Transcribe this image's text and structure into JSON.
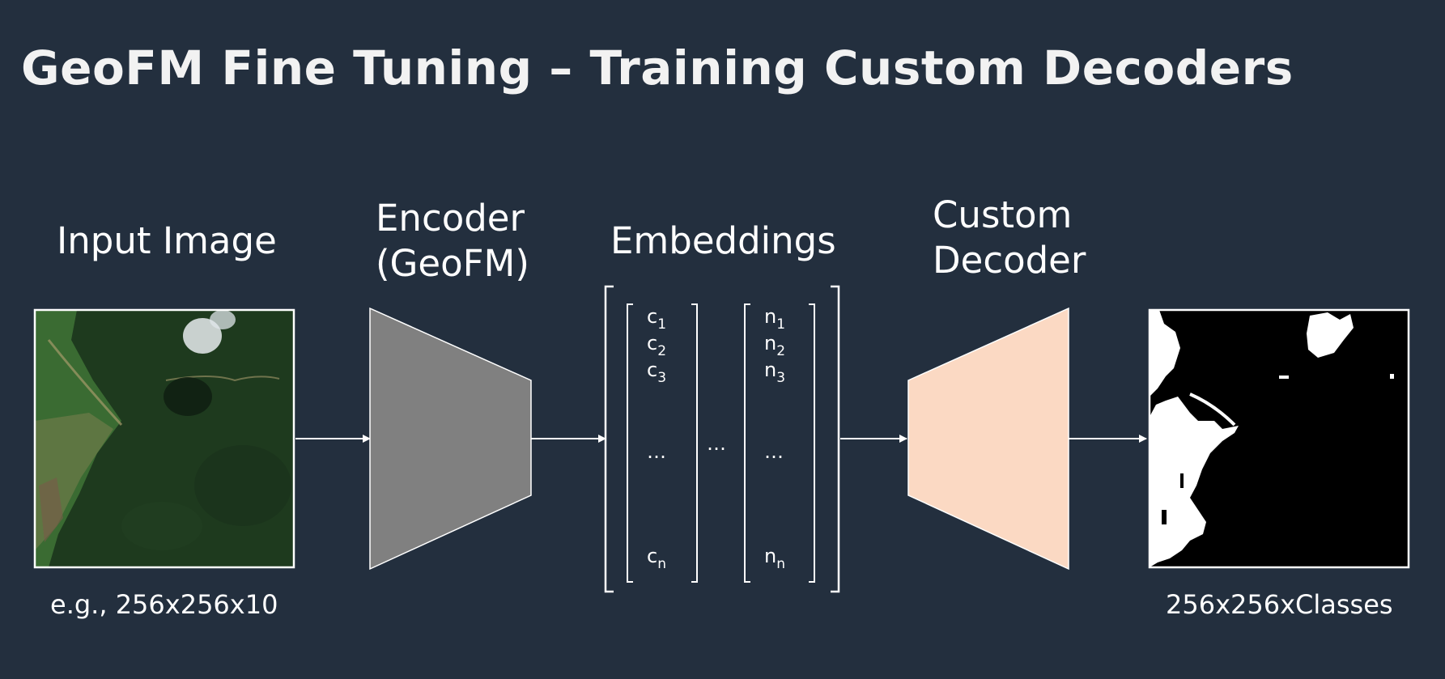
{
  "title": "GeoFM Fine Tuning – Training Custom Decoders",
  "stages": {
    "input": {
      "label": "Input Image",
      "caption": "e.g., 256x256x10"
    },
    "encoder": {
      "label_line1": "Encoder",
      "label_line2": "(GeoFM)"
    },
    "embeddings": {
      "label": "Embeddings",
      "col1": [
        {
          "base": "c",
          "sub": "1"
        },
        {
          "base": "c",
          "sub": "2"
        },
        {
          "base": "c",
          "sub": "3"
        },
        {
          "base": "…",
          "sub": ""
        },
        {
          "base": "c",
          "sub": "n"
        }
      ],
      "col2": [
        {
          "base": "n",
          "sub": "1"
        },
        {
          "base": "n",
          "sub": "2"
        },
        {
          "base": "n",
          "sub": "3"
        },
        {
          "base": "…",
          "sub": ""
        },
        {
          "base": "n",
          "sub": "n"
        }
      ],
      "between": "…"
    },
    "decoder": {
      "label_line1": "Custom",
      "label_line2": "Decoder"
    },
    "output": {
      "caption": "256x256xClasses"
    }
  },
  "colors": {
    "background": "#232f3e",
    "encoder_fill": "#808080",
    "decoder_fill": "#fbd9c3",
    "line": "#ffffff",
    "forest": "#1e3a1e",
    "mask_bg": "#000000",
    "mask_fg": "#ffffff"
  }
}
